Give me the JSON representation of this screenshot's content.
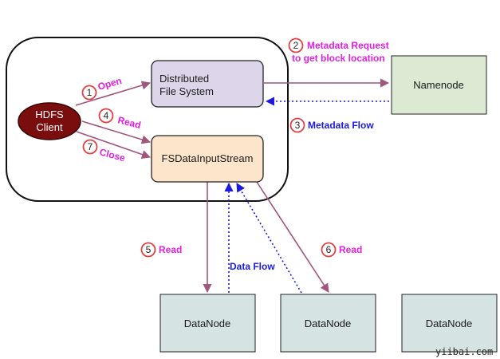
{
  "colors": {
    "client_fill": "#7a0e0e",
    "dfs_fill": "#ddd6ea",
    "stream_fill": "#fde5cc",
    "namenode_fill": "#dcead3",
    "datanode_fill": "#d6e3e3",
    "read_arrow": "#a0567d",
    "flow_arrow": "#1a1ae0",
    "step_label": "#e020e0",
    "flow_label": "#1a1ae0",
    "badge_ring": "#e04040"
  },
  "client": {
    "line1": "HDFS",
    "line2": "Client"
  },
  "dfs": {
    "line1": "Distributed",
    "line2": "File System"
  },
  "stream": {
    "label": "FSDataInputStream"
  },
  "namenode": {
    "label": "Namenode"
  },
  "datanodes": [
    {
      "label": "DataNode"
    },
    {
      "label": "DataNode"
    },
    {
      "label": "DataNode"
    }
  ],
  "steps": [
    {
      "num": "1",
      "label": "Open"
    },
    {
      "num": "2",
      "label_line1": "Metadata Request",
      "label_line2": "to get block location"
    },
    {
      "num": "3",
      "label": "Metadata Flow"
    },
    {
      "num": "4",
      "label": "Read"
    },
    {
      "num": "5",
      "label": "Read"
    },
    {
      "num": "6",
      "label": "Read"
    },
    {
      "num": "7",
      "label": "Close"
    }
  ],
  "data_flow": {
    "label": "Data Flow"
  },
  "watermark": "yiibai.com"
}
